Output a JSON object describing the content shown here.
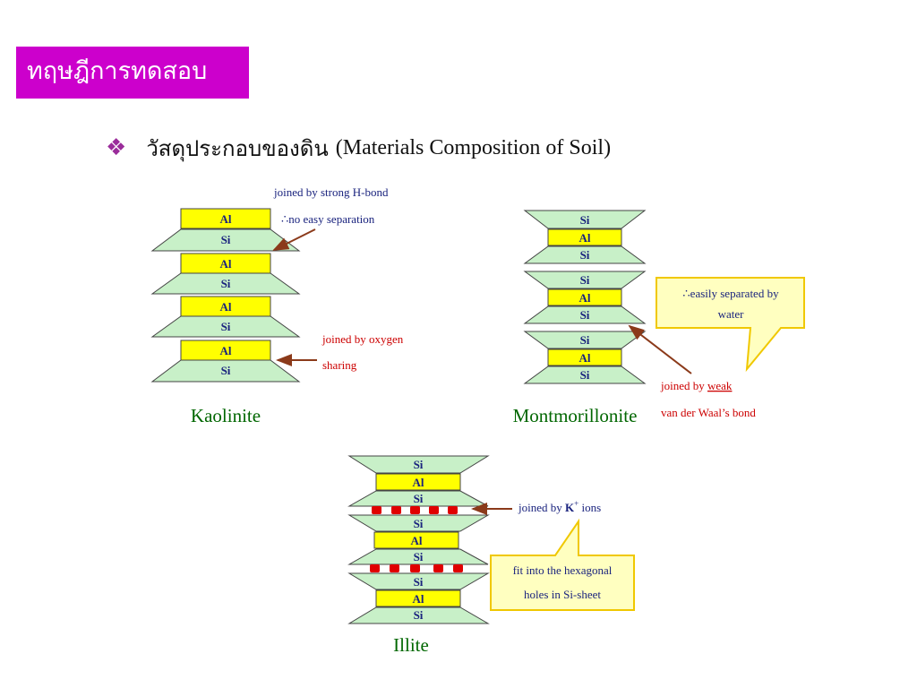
{
  "header": {
    "title": "ทฤษฎีการทดสอบ"
  },
  "section": {
    "bullet": "❖",
    "heading_thai": "วัสดุประกอบของดิน",
    "heading_en": "(Materials Composition of Soil)"
  },
  "colors": {
    "title_bg": "#cc00cc",
    "al_fill": "#ffff00",
    "si_fill": "#c8f0c8",
    "callout": "#ffffc0",
    "callout_border": "#f0c800",
    "k_ion": "#e00000",
    "red_text": "#cc0000",
    "blue_text": "#1a237e",
    "green_text": "#006600"
  },
  "diagrams": {
    "kaolinite": {
      "name": "Kaolinite",
      "layers": [
        "Al",
        "Si",
        "Al",
        "Si",
        "Al",
        "Si",
        "Al",
        "Si"
      ],
      "note1_line1": "joined by strong H-bond",
      "note1_line2": "∴no easy separation",
      "note2_line1": "joined by oxygen",
      "note2_line2": "sharing"
    },
    "montmorillonite": {
      "name": "Montmorillonite",
      "layers": [
        "Si",
        "Al",
        "Si",
        "Si",
        "Al",
        "Si",
        "Si",
        "Al",
        "Si"
      ],
      "callout_line1": "∴easily separated by",
      "callout_line2": "water",
      "note_prefix": "joined by ",
      "note_weak": "weak",
      "note_line2": "van der Waal’s bond"
    },
    "illite": {
      "name": "Illite",
      "layers": [
        "Si",
        "Al",
        "Si",
        "Si",
        "Al",
        "Si",
        "Si",
        "Al",
        "Si"
      ],
      "note_prefix": "joined by ",
      "note_ion": "K",
      "note_sup": "+",
      "note_suffix": " ions",
      "callout_line1": "fit into the hexagonal",
      "callout_line2": "holes in Si-sheet"
    }
  }
}
